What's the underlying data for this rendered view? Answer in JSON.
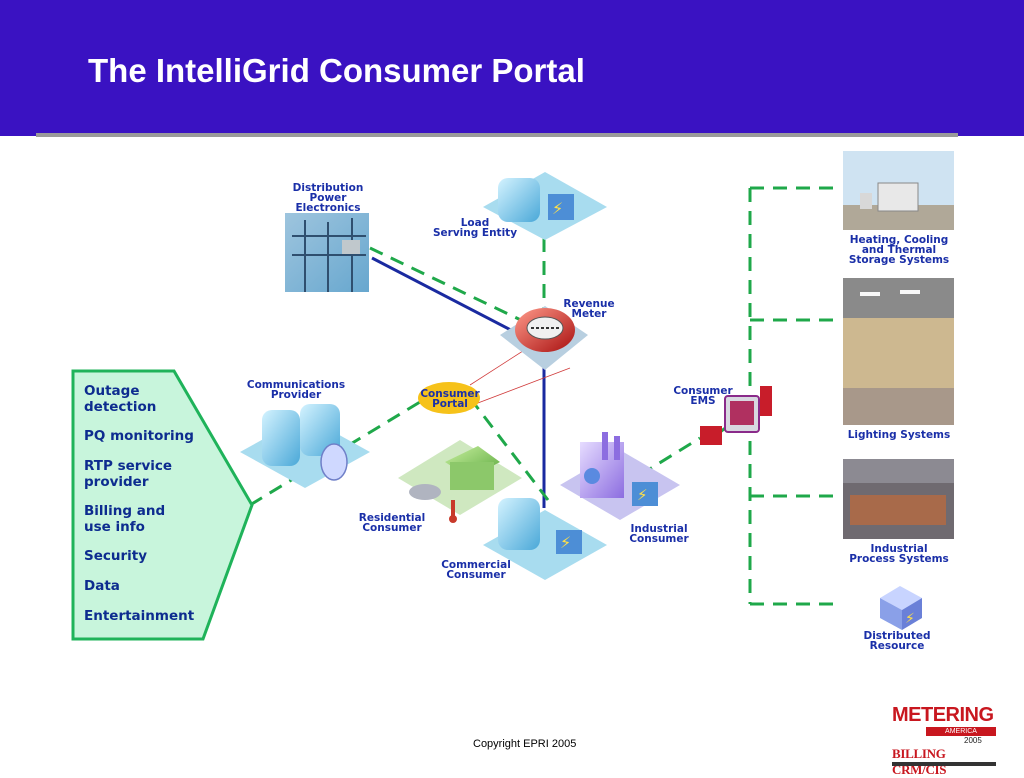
{
  "slide": {
    "title": "The IntelliGrid Consumer Portal",
    "copyright": "Copyright EPRI 2005"
  },
  "nodes": {
    "distribution": [
      "Distribution",
      "Power",
      "Electronics"
    ],
    "load_serving": [
      "Load",
      "Serving Entity"
    ],
    "revenue_meter": [
      "Revenue",
      "Meter"
    ],
    "communications": [
      "Communications",
      "Provider"
    ],
    "consumer_portal": [
      "Consumer",
      "Portal"
    ],
    "consumer_ems": [
      "Consumer",
      "EMS"
    ],
    "residential": [
      "Residential",
      "Consumer"
    ],
    "commercial": [
      "Commercial",
      "Consumer"
    ],
    "industrial": [
      "Industrial",
      "Consumer"
    ],
    "heating": [
      "Heating, Cooling",
      "and Thermal",
      "Storage Systems"
    ],
    "lighting": [
      "Lighting Systems"
    ],
    "industrial_process": [
      "Industrial",
      "Process Systems"
    ],
    "distributed": [
      "Distributed",
      "Resource"
    ]
  },
  "callout": {
    "items": [
      [
        "Outage",
        "detection"
      ],
      [
        "PQ monitoring"
      ],
      [
        "RTP service",
        "provider"
      ],
      [
        "Billing and",
        "use info"
      ],
      [
        "Security"
      ],
      [
        "Data"
      ],
      [
        "Entertainment"
      ]
    ]
  },
  "logo": {
    "line1": "METERING",
    "line2": "AMERICA",
    "line3": "2005",
    "line4": "BILLING CRM/CIS"
  },
  "colors": {
    "header": "#3a12c2",
    "label_text": "#1a2fa8",
    "green_link": "#1fa84a",
    "blue_link": "#1a2aa0",
    "callout_fill": "#c8f5dc",
    "callout_text": "#0d2c8f",
    "portal_oval": "#f6c21a"
  },
  "icons": [
    "building-icon",
    "pole-photo-icon",
    "meter-icon",
    "house-icon",
    "factory-icon",
    "computer-icon",
    "cube-icon"
  ]
}
